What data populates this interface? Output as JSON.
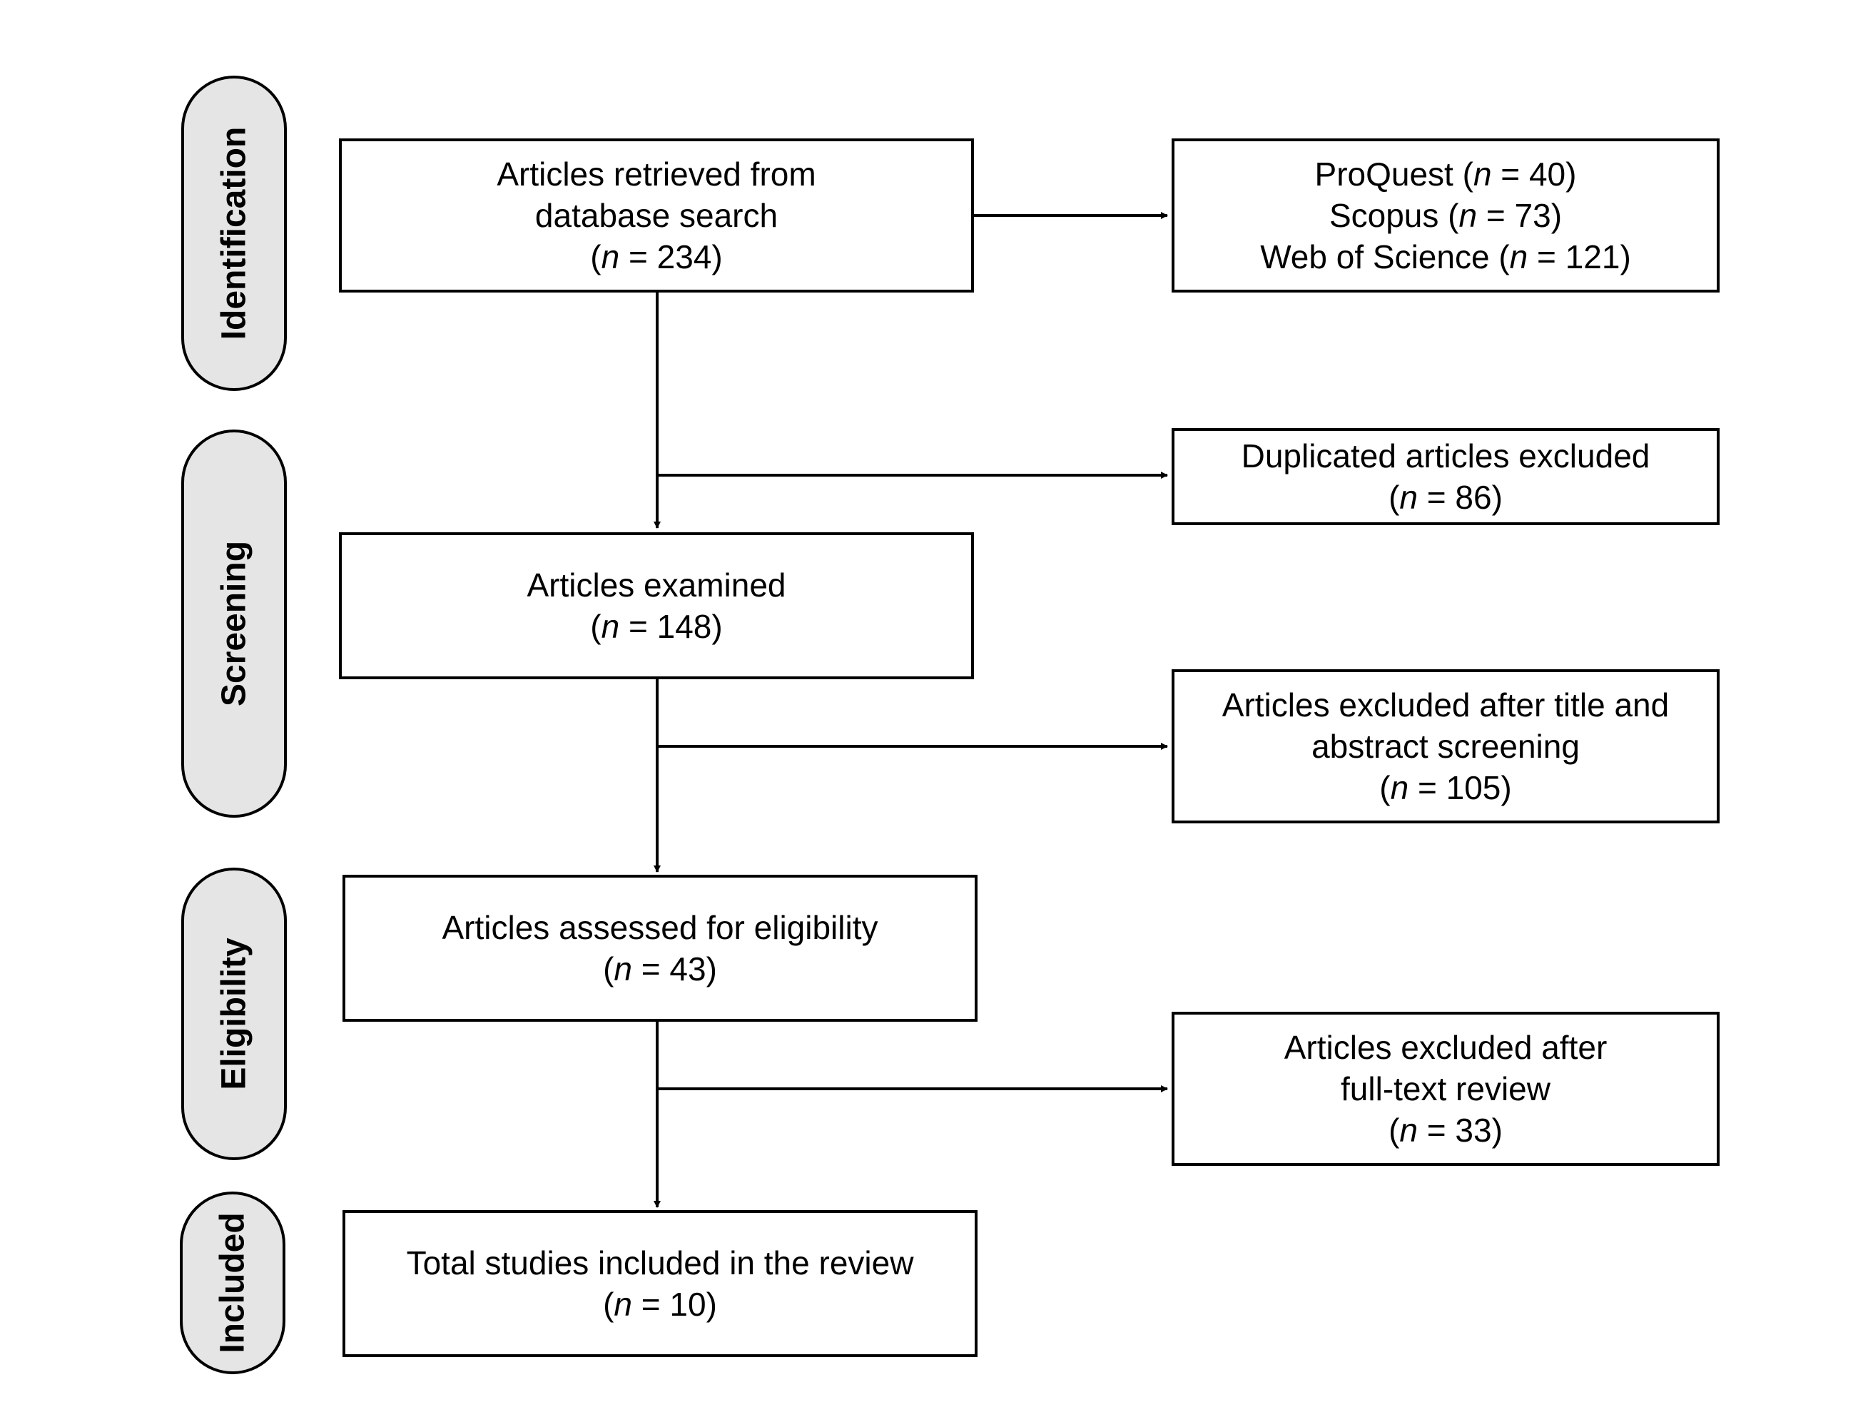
{
  "stages": {
    "identification": "Identification",
    "screening": "Screening",
    "eligibility": "Eligibility",
    "included": "Included"
  },
  "boxes": {
    "retrieved": {
      "lines": [
        "Articles retrieved from",
        "database search"
      ],
      "count": "234"
    },
    "databases": {
      "proquest": {
        "label": "ProQuest",
        "count": "40"
      },
      "scopus": {
        "label": "Scopus",
        "count": "73"
      },
      "web_of_science": {
        "label": "Web of Science",
        "count": "121"
      }
    },
    "duplicates": {
      "lines": [
        "Duplicated articles excluded"
      ],
      "count": "86"
    },
    "examined": {
      "lines": [
        "Articles examined"
      ],
      "count": "148"
    },
    "excluded_title_abstract": {
      "lines": [
        "Articles excluded after title and",
        "abstract screening"
      ],
      "count": "105"
    },
    "eligibility": {
      "lines": [
        "Articles assessed for eligibility"
      ],
      "count": "43"
    },
    "excluded_fulltext": {
      "lines": [
        "Articles excluded after",
        "full-text review"
      ],
      "count": "33"
    },
    "included": {
      "lines": [
        "Total studies included in the review"
      ],
      "count": "10"
    }
  },
  "notation": {
    "n_symbol": "n",
    "equals": " = "
  }
}
